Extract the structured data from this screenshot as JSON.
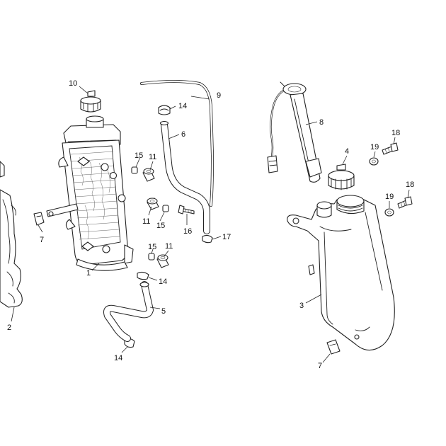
{
  "diagram": {
    "callouts": {
      "c1": "1",
      "c2": "2",
      "c3": "3",
      "c4": "4",
      "c5": "5",
      "c6": "6",
      "c7a": "7",
      "c7b": "7",
      "c8": "8",
      "c9": "9",
      "c10": "10",
      "c11a": "11",
      "c11b": "11",
      "c11c": "11",
      "c14a": "14",
      "c14b": "14",
      "c14c": "14",
      "c15a": "15",
      "c15b": "15",
      "c15c": "15",
      "c16": "16",
      "c17": "17",
      "c18a": "18",
      "c18b": "18",
      "c19a": "19",
      "c19b": "19"
    }
  }
}
